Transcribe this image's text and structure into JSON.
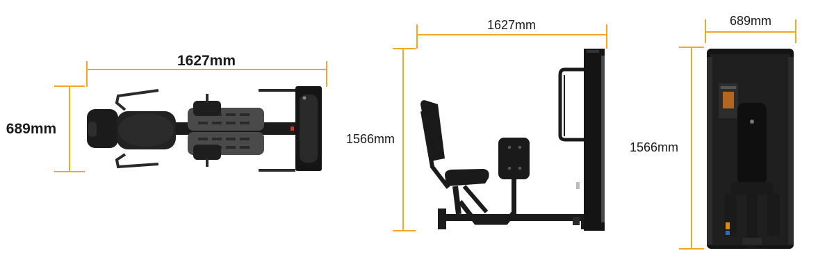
{
  "colors": {
    "dimension_line": "#F5A623",
    "machine_dark": "#1b1b1b",
    "machine_mid": "#3a3a3a",
    "machine_light": "#8a8a8a",
    "background": "#ffffff"
  },
  "views": {
    "top": {
      "width_label": "1627mm",
      "depth_label": "689mm"
    },
    "side": {
      "width_label": "1627mm",
      "height_label": "1566mm"
    },
    "front": {
      "width_label": "689mm",
      "height_label": "1566mm"
    }
  }
}
